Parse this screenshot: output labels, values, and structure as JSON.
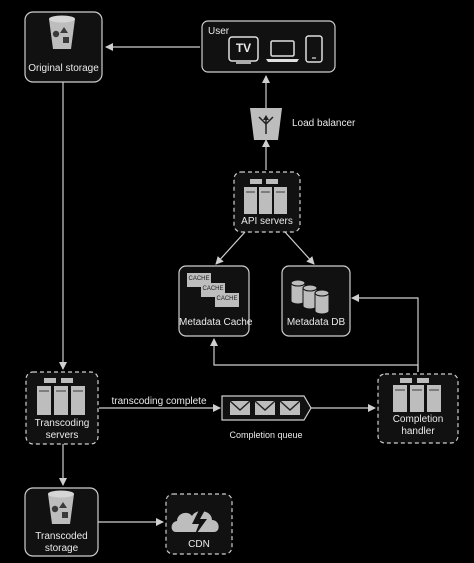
{
  "nodes": {
    "original_storage": {
      "label": "Original storage"
    },
    "user": {
      "label": "User",
      "tv_text": "TV"
    },
    "load_balancer": {
      "label": "Load balancer"
    },
    "api_servers": {
      "label": "API servers"
    },
    "metadata_cache": {
      "label": "Metadata Cache",
      "cache_text": "CACHE"
    },
    "metadata_db": {
      "label": "Metadata DB"
    },
    "transcoding_servers": {
      "label_line1": "Transcoding",
      "label_line2": "servers"
    },
    "completion_queue": {
      "label": "Completion queue"
    },
    "completion_handler": {
      "label_line1": "Completion",
      "label_line2": "handler"
    },
    "transcoded_storage": {
      "label_line1": "Transcoded",
      "label_line2": "storage"
    },
    "cdn": {
      "label": "CDN"
    }
  },
  "edges": {
    "transcoding_complete": {
      "label": "transcoding complete"
    }
  },
  "colors": {
    "background": "#000000",
    "stroke": "#cfcfcf",
    "box_fill": "#111111",
    "icon_fill": "#bdbdbd",
    "icon_dark": "#3a3a3a"
  }
}
